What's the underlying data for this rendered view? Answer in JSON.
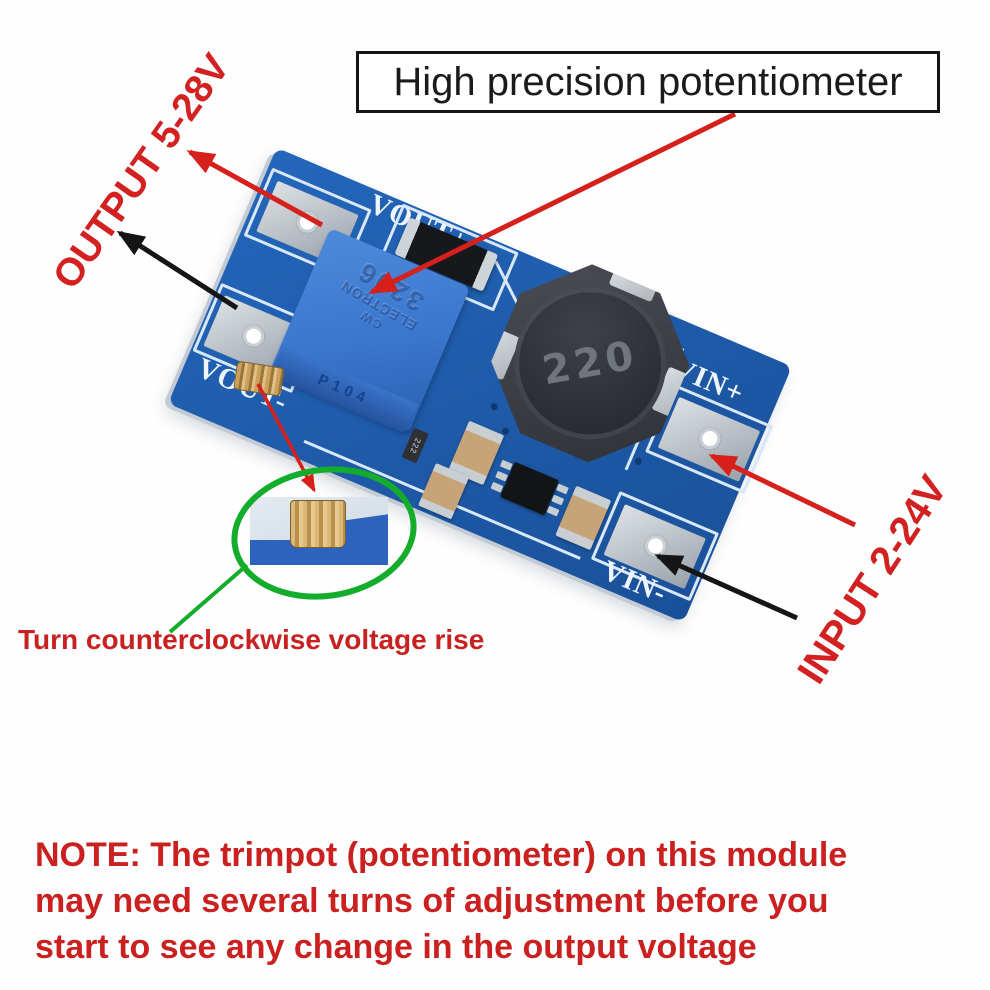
{
  "annotations": {
    "title_box": "High precision potentiometer",
    "output_label": "OUTPUT 5-28V",
    "input_label": "INPUT 2-24V",
    "adjust_note": "Turn counterclockwise voltage rise",
    "bottom_note_lines": [
      "NOTE: The trimpot (potentiometer) on this module",
      "may need several turns of adjustment before you",
      "start to see any change in the output voltage"
    ]
  },
  "board": {
    "pads": {
      "vout_plus": "VOUT+",
      "vout_minus": "VOUT-",
      "vin_plus": "VIN+",
      "vin_minus": "VIN-"
    },
    "inductor_marking": "220",
    "trimpot_markings": {
      "line1": "CW",
      "line2": "ELECTRON",
      "line3": "3296",
      "side": "P104"
    },
    "resistor_marking": "222"
  },
  "colors": {
    "annotation_red": "#d32020",
    "annotation_green": "#14ad2b",
    "pcb_blue": "#1f5cab",
    "trimpot_blue": "#3a77cd",
    "pad_silver": "#b7bec5",
    "note_red": "#cb2020"
  }
}
